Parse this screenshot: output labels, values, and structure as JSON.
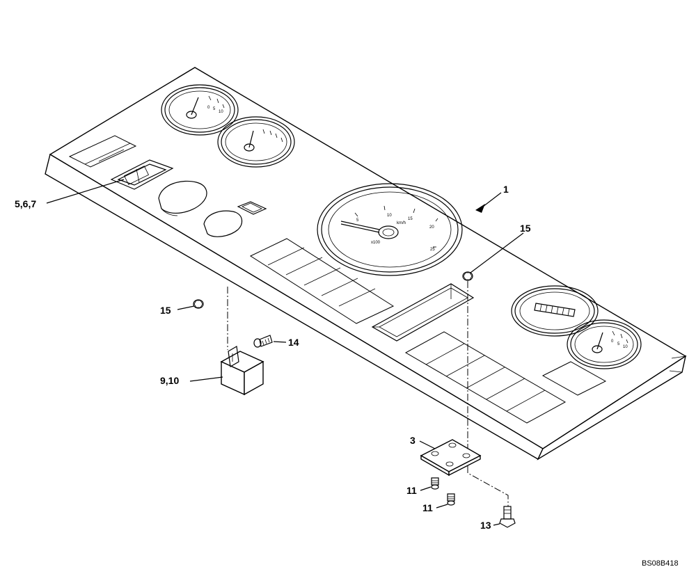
{
  "diagram": {
    "drawing_ref": "BS08B418",
    "callouts": {
      "item_1": "1",
      "item_3": "3",
      "items_5_6_7": "5,6,7",
      "items_9_10": "9,10",
      "item_11_a": "11",
      "item_11_b": "11",
      "item_13": "13",
      "item_14": "14",
      "item_15_a": "15",
      "item_15_b": "15"
    },
    "gauge_scales": {
      "speedometer": [
        "5",
        "10",
        "15",
        "20",
        "25",
        "km/h",
        "x100"
      ],
      "small_gauge": [
        "0",
        "5",
        "10"
      ]
    }
  }
}
